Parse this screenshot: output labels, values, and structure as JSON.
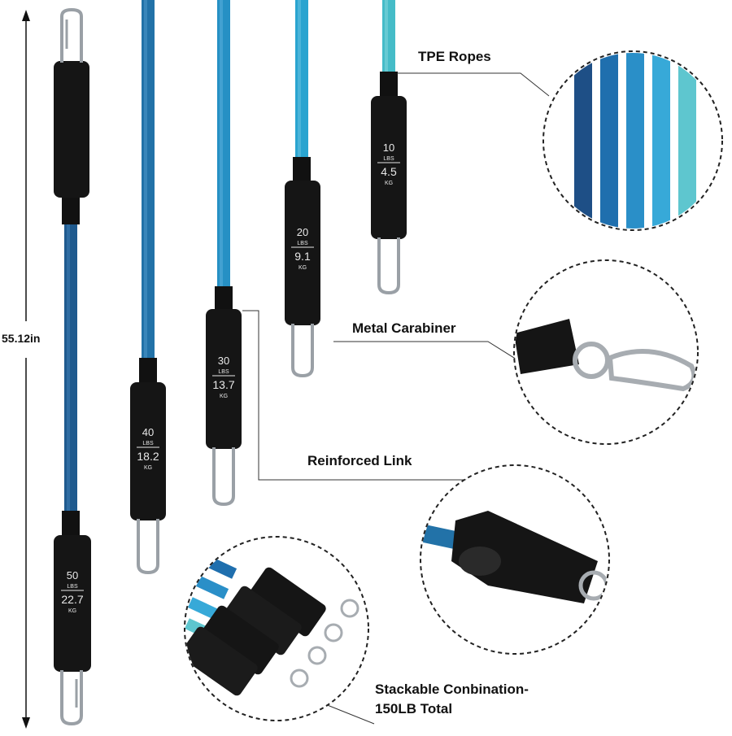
{
  "callouts": {
    "tpe": "TPE Ropes",
    "carabiner": "Metal Carabiner",
    "link": "Reinforced Link",
    "stack_line1": "Stackable Conbination-",
    "stack_line2": "150LB Total"
  },
  "dimension": "55.12in",
  "bands": [
    {
      "lbs": "50",
      "unit_lbs": "LBS",
      "kg": "22.7",
      "unit_kg": "KG",
      "color": "#1f5a8e"
    },
    {
      "lbs": "40",
      "unit_lbs": "LBS",
      "kg": "18.2",
      "unit_kg": "KG",
      "color": "#2272a8"
    },
    {
      "lbs": "30",
      "unit_lbs": "LBS",
      "kg": "13.7",
      "unit_kg": "KG",
      "color": "#2690c4"
    },
    {
      "lbs": "20",
      "unit_lbs": "LBS",
      "kg": "9.1",
      "unit_kg": "KG",
      "color": "#2aa4d0"
    },
    {
      "lbs": "10",
      "unit_lbs": "LBS",
      "kg": "4.5",
      "unit_kg": "KG",
      "color": "#45bcc8"
    }
  ],
  "rope_colors": [
    "#1e4f86",
    "#1f6fae",
    "#2a8fc8",
    "#37a9d8",
    "#5ec6cf"
  ]
}
